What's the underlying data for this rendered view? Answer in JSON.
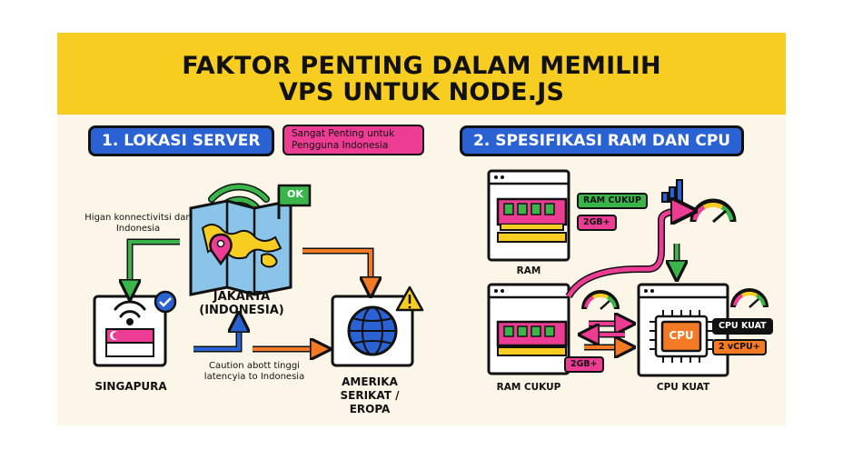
{
  "title": {
    "line1": "FAKTOR PENTING DALAM MEMILIH",
    "line2": "VPS UNTUK NODE.JS"
  },
  "section_location": {
    "heading": "1. LOKASI SERVER",
    "note": "Sangat Penting untuk Pengguna Indonesia",
    "ok_badge": "OK",
    "connectivity_note": "Higan konnectivitsi dan Indonesia",
    "jakarta_label": "JAKARTA (INDONESIA)",
    "singapore_label": "SINGAPURA",
    "us_label": "AMERIKA SERIKAT / EROPA",
    "caution_note": "Caution abott tinggi latencyia to Indonesia"
  },
  "section_specs": {
    "heading": "2. SPESIFIKASI RAM DAN CPU",
    "ram_top_tag": "RAM CUKUP",
    "ram_top_size": "2GB+",
    "ram_top_label": "RAM",
    "ram_bottom_size": "2GB+",
    "ram_bottom_label": "RAM CUKUP",
    "cpu_chip": "CPU",
    "cpu_tag": "CPU KUAT",
    "cpu_vcpu": "2 vCPU+",
    "cpu_label": "CPU KUAT"
  },
  "colors": {
    "yellow": "#f7cd22",
    "blue": "#2a62d4",
    "pink": "#ec3c93",
    "green": "#39b54a",
    "orange": "#f47a25",
    "background": "#fbf6e8",
    "ink": "#111111"
  },
  "icons": [
    "wifi-icon",
    "map-icon",
    "location-pin-icon",
    "flag-icon",
    "check-icon",
    "warning-icon",
    "globe-icon",
    "server-icon",
    "ram-module-icon",
    "cpu-chip-icon",
    "gauge-icon",
    "bar-chart-icon",
    "arrow-icon"
  ]
}
